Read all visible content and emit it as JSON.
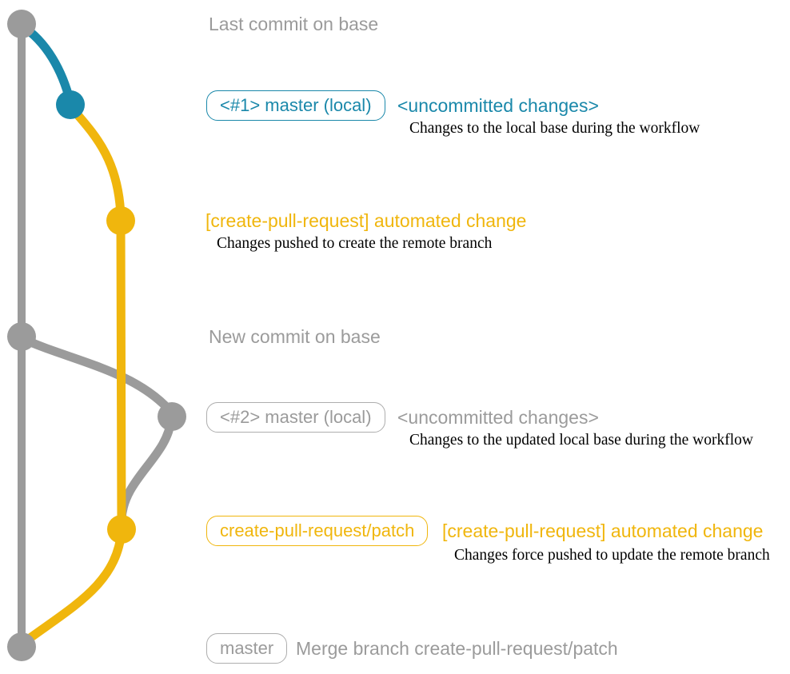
{
  "colors": {
    "gray": "#9b9b9b",
    "teal": "#1a88aa",
    "yellow": "#f0b60d",
    "caption_text": "#000000",
    "background": "#ffffff"
  },
  "annotations": {
    "last_commit": {
      "title": "Last commit on base"
    },
    "uncommitted_1": {
      "badge": "<#1> master (local)",
      "title": "<uncommitted changes>",
      "caption": "Changes to the local base during the workflow"
    },
    "automated_1": {
      "title": "[create-pull-request] automated change",
      "caption": "Changes pushed to create the remote branch"
    },
    "new_commit": {
      "title": "New commit on base"
    },
    "uncommitted_2": {
      "badge": "<#2> master (local)",
      "title": "<uncommitted changes>",
      "caption": "Changes to the updated local base during the workflow"
    },
    "automated_2": {
      "badge": "create-pull-request/patch",
      "title": "[create-pull-request] automated change",
      "caption": "Changes force pushed to update the remote branch"
    },
    "merge": {
      "badge": "master",
      "title": "Merge branch create-pull-request/patch"
    }
  }
}
